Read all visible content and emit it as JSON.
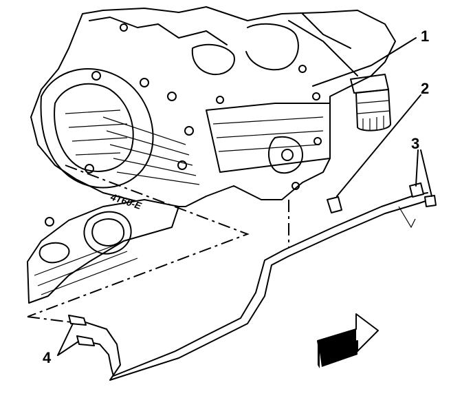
{
  "callouts": [
    {
      "id": "1",
      "label": "1"
    },
    {
      "id": "2",
      "label": "2"
    },
    {
      "id": "3",
      "label": "3"
    },
    {
      "id": "4",
      "label": "4"
    }
  ],
  "engraved_text": "4T60-E"
}
